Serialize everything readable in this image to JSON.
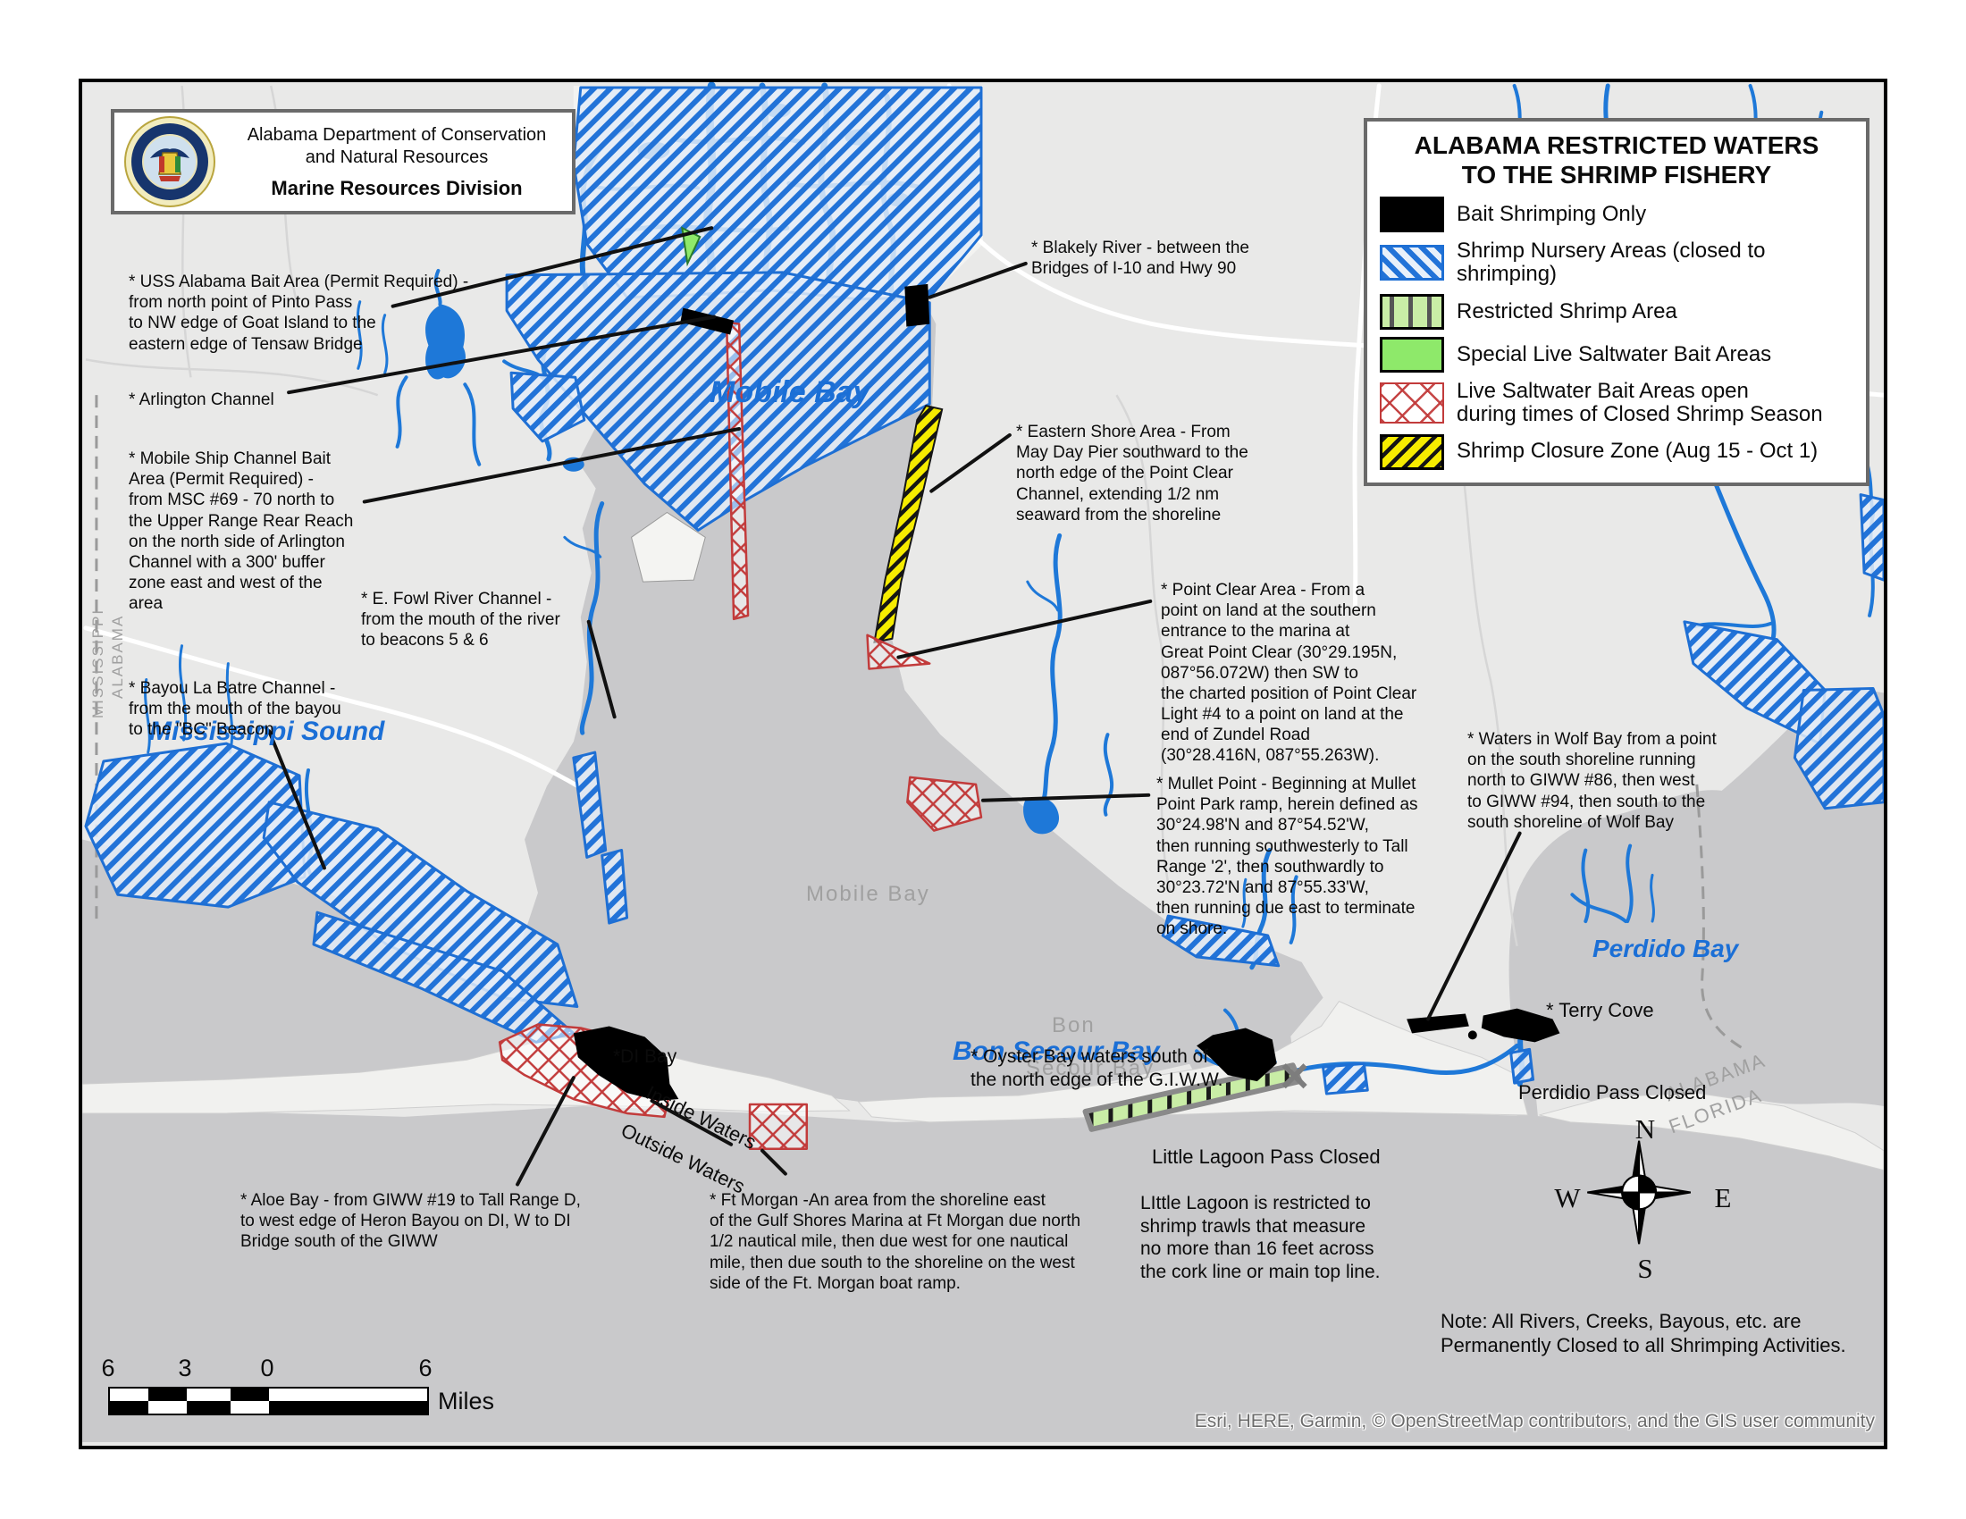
{
  "header_box": {
    "line1": "Alabama Department of Conservation\nand Natural Resources",
    "line3": "Marine Resources Division"
  },
  "legend": {
    "title": "ALABAMA RESTRICTED WATERS\nTO THE SHRIMP FISHERY",
    "items": [
      {
        "label": "Bait Shrimping Only",
        "swatch": "black-solid"
      },
      {
        "label": "Shrimp Nursery Areas (closed to shrimping)",
        "swatch": "blue-diagonal-hatch"
      },
      {
        "label": "Restricted Shrimp Area",
        "swatch": "green-vertical-bars"
      },
      {
        "label": "Special Live Saltwater Bait Areas",
        "swatch": "green-solid"
      },
      {
        "label": "Live Saltwater Bait Areas open\nduring times of Closed Shrimp Season",
        "swatch": "red-crosshatch"
      },
      {
        "label": "Shrimp Closure Zone (Aug 15 - Oct 1)",
        "swatch": "yellow-black-hatch"
      }
    ]
  },
  "water_labels": {
    "mobile_bay": "Mobile Bay",
    "mississippi_sound": "Mississippi Sound",
    "bon_secour_bay": "Bon Secour Bay",
    "perdido_bay": "Perdido Bay"
  },
  "basemap_labels": {
    "mobile_bay_gray": "Mobile Bay",
    "bon_gray": "Bon",
    "secour_bay_gray": "Secour Bay",
    "alabama_left": "ALABAMA",
    "mississippi_left": "MISSISSIPPI",
    "alabama_right": "ALABAMA",
    "florida_right": "FLORIDA"
  },
  "annotations": {
    "uss_alabama": "* USS Alabama Bait Area (Permit Required) -\nfrom  north  point  of  Pinto  Pass\nto NW edge of Goat Island  to the\neastern  edge  of  Tensaw  Bridge",
    "arlington": "* Arlington Channel",
    "mobile_ship": "*  Mobile  Ship  Channel  Bait\n    Area  (Permit  Required)  -\nfrom  MSC  #69 -  70  north  to\nthe Upper Range Rear Reach\non the north side of Arlington\nChannel  with  a  300'  buffer\nzone  east  and  west  of  the\narea",
    "e_fowl": "*  E.  Fowl  River  Channel  -\nfrom the mouth of the river\nto beacons 5 & 6",
    "bayou_la_batre": "* Bayou  La  Batre  Channel  -\nfrom the mouth of the bayou\nto the \"BC\" Beacon",
    "blakely": "* Blakely River -  between the\n  Bridges of I-10 and Hwy 90",
    "eastern_shore": "*  Eastern Shore Area -  From\nMay Day Pier southward to the\nnorth  edge  of  the  Point  Clear\nChannel,   extending   1/2   nm\nseaward   from   the   shoreline",
    "point_clear": "*   Point  Clear  Area  -   From  a\npoint  on  land  at  the  southern\nentrance   to   the   marina   at\nGreat  Point  Clear  (30°29.195N,\n087°56.072W)   then   SW    to\nthe charted position of Point Clear\nLight #4 to a point on land at the\nend of Zundel Road\n(30°28.416N,  087°55.263W).",
    "mullet_point": "* Mullet Point - Beginning at Mullet\nPoint Park ramp,  herein defined as\n   30°24.98'N   and   87°54.52'W,\nthen running southwesterly to Tall\nRange  '2',  then  southwardly  to\n30°23.72'N   and      87°55.33'W,\nthen running due east to terminate\non shore.",
    "wolf_bay": "* Waters in Wolf Bay from a point\n  on the south shoreline running\n  north to GIWW #86,  then west\n to GIWW #94, then south to the\n south shoreline of Wolf Bay",
    "di_bay": "*DI Bay",
    "inside_waters": "Inside Waters",
    "outside_waters": "Outside Waters",
    "aloe_bay": "* Aloe Bay - from GIWW #19 to Tall Range D,\n  to west edge of Heron Bayou on DI, W to DI\n  Bridge south of the GIWW",
    "ft_morgan": "*  Ft  Morgan  -An  area  from  the  shoreline  east\nof the Gulf Shores Marina at Ft Morgan due north\n1/2 nautical mile,  then due west for one nautical\n mile, then due south to the shoreline on the west\nside of the Ft.  Morgan boat ramp.",
    "oyster_bay": "* Oyster Bay waters south of\n  the north edge of the G.I.W.W.",
    "little_lagoon_pass": "Little Lagoon Pass Closed",
    "little_lagoon_restricted": "LIttle Lagoon is restricted to\nshrimp trawls that measure\nno more than 16 feet across\nthe cork line or main top line.",
    "terry_cove": "* Terry Cove",
    "perdidio_pass": "Perdidio Pass Closed",
    "note": "Note:   All  Rivers,  Creeks,  Bayous,  etc.  are\nPermanently Closed to all Shrimping Activities."
  },
  "scale_bar": {
    "labels": [
      "6",
      "3",
      "0",
      "6"
    ],
    "unit": "Miles"
  },
  "compass": {
    "n": "N",
    "e": "E",
    "s": "S",
    "w": "W"
  },
  "attribution": "Esri, HERE, Garmin, © OpenStreetMap contributors, and the GIS user community",
  "colors": {
    "river_blue": "#1e78d8",
    "water_gray": "#c9c9cb",
    "land_gray": "#e9e9e8",
    "nursery_hatch_blue": "#2273d8",
    "closure_yellow": "#f6ec00",
    "bait_black": "#000000",
    "special_bait_green": "#8ee96a",
    "restricted_green": "#c9eda6",
    "open_bait_red": "#c23b3b",
    "label_blue": "#1b6fd6"
  }
}
